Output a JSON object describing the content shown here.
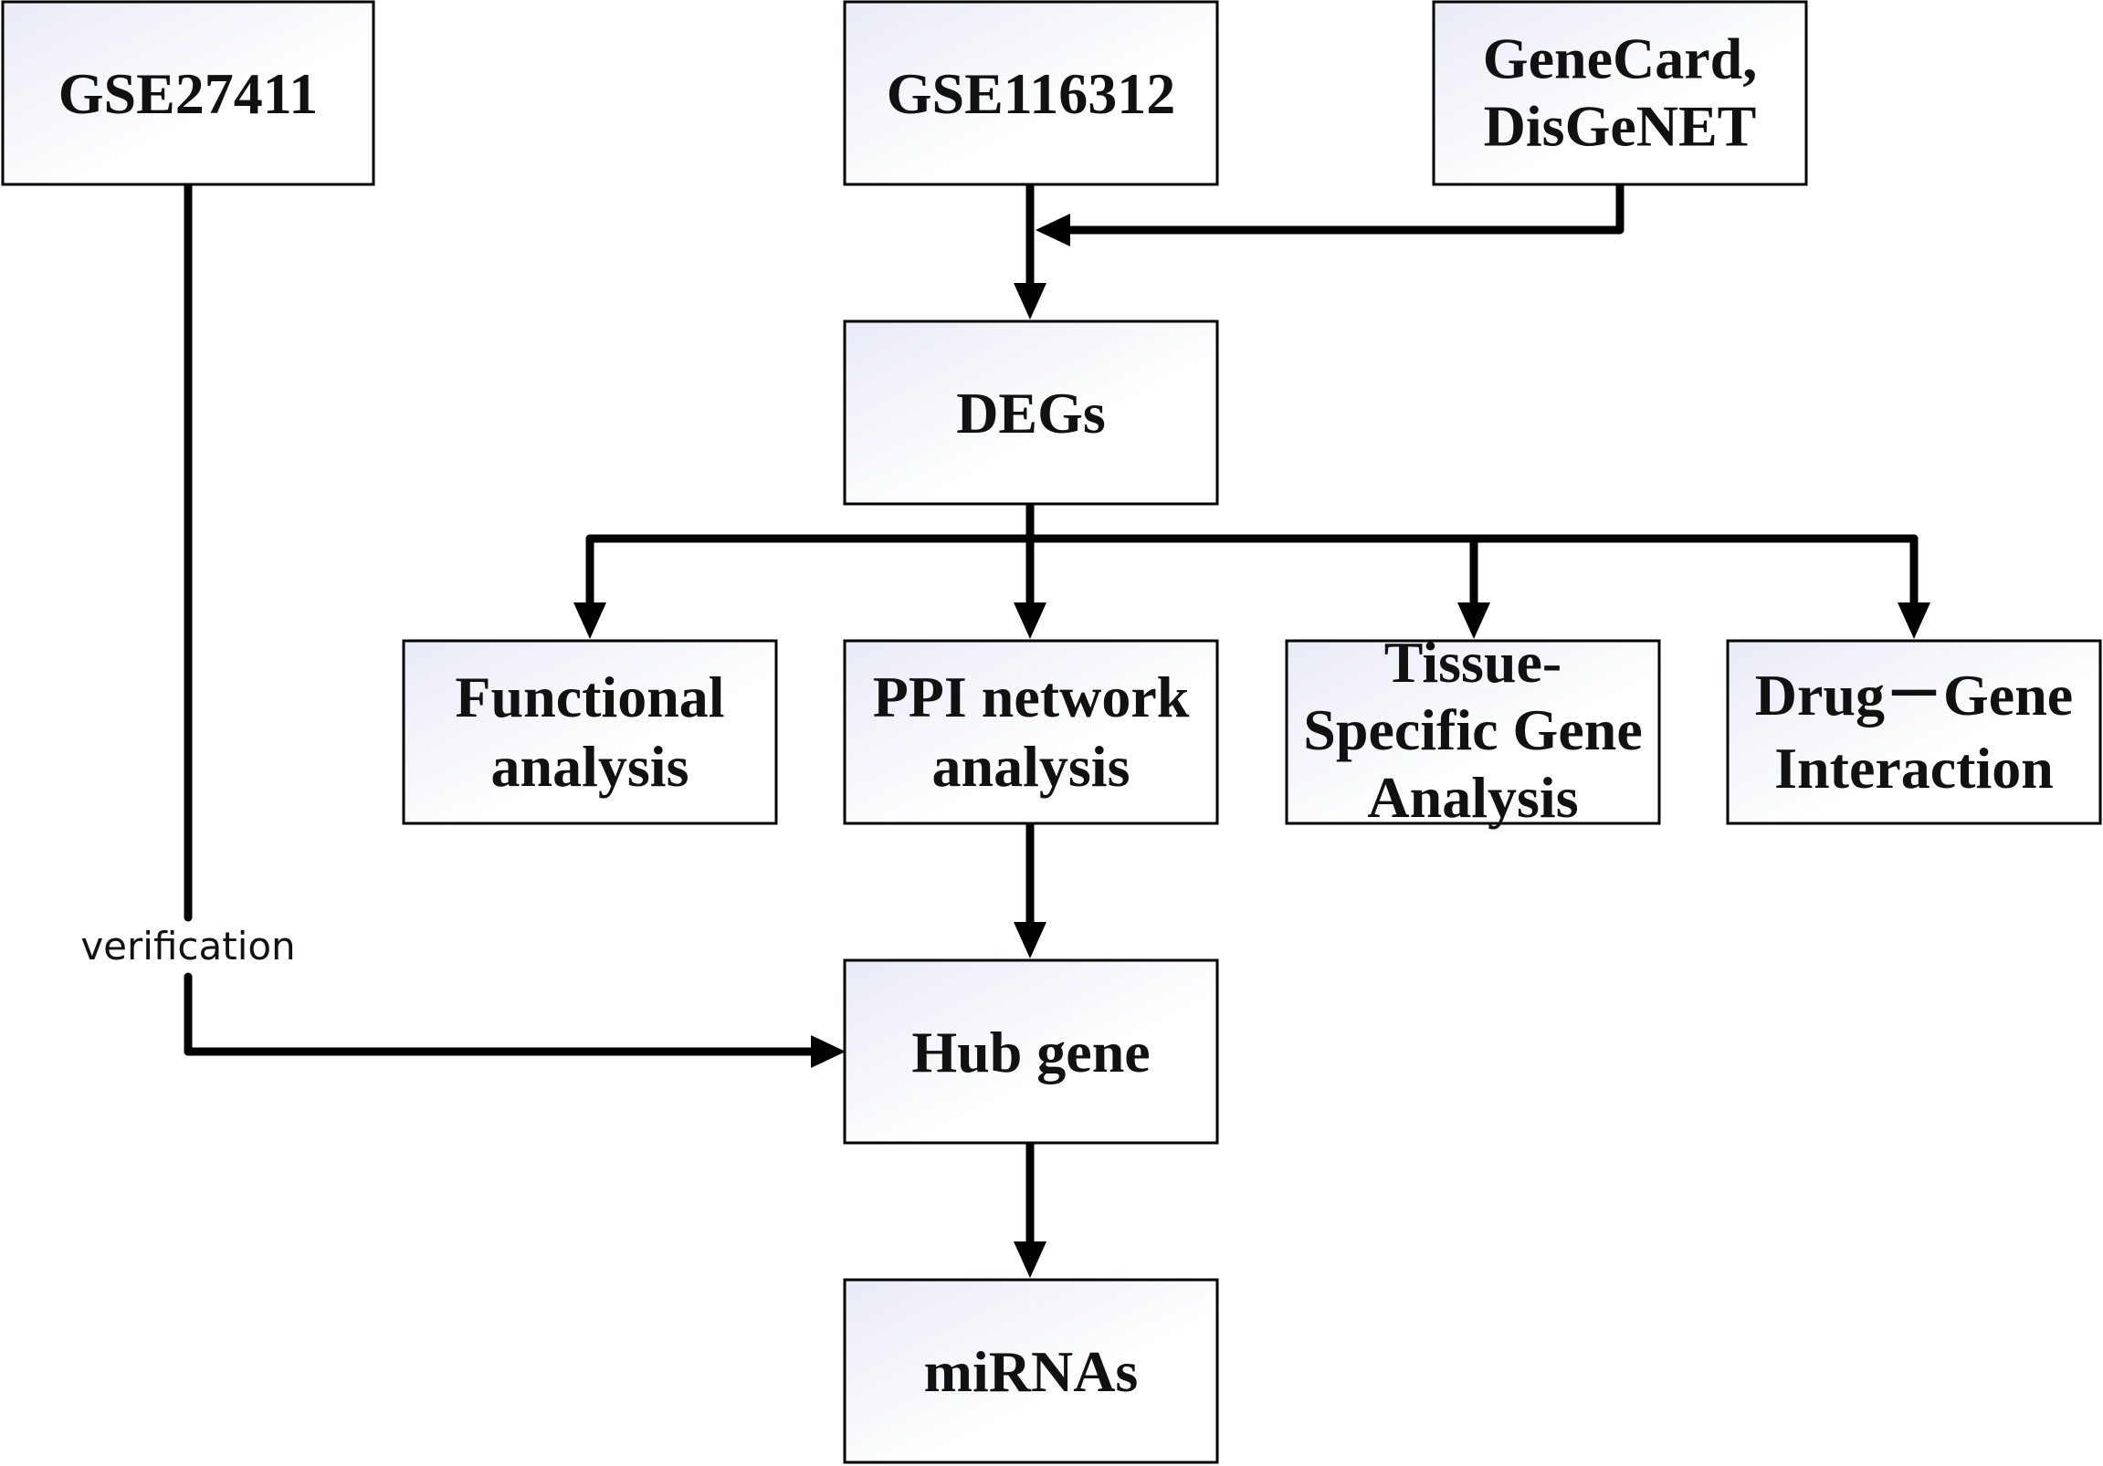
{
  "nodes": [
    {
      "id": "gse27411",
      "lines": [
        "GSE27411"
      ]
    },
    {
      "id": "gse116312",
      "lines": [
        "GSE116312"
      ]
    },
    {
      "id": "genecard",
      "lines": [
        "GeneCard,",
        "DisGeNET"
      ]
    },
    {
      "id": "degs",
      "lines": [
        "DEGs"
      ]
    },
    {
      "id": "functional",
      "lines": [
        "Functional",
        "analysis"
      ]
    },
    {
      "id": "ppi",
      "lines": [
        "PPI network",
        "analysis"
      ]
    },
    {
      "id": "tissue",
      "lines": [
        "Tissue-",
        "Specific Gene",
        "Analysis"
      ]
    },
    {
      "id": "drug",
      "lines": [
        "Drug－Gene",
        "Interaction"
      ]
    },
    {
      "id": "hub",
      "lines": [
        "Hub gene"
      ]
    },
    {
      "id": "mirnas",
      "lines": [
        "miRNAs"
      ]
    }
  ],
  "edges": [
    {
      "id": "gse116312-to-degs",
      "from": "gse116312",
      "to": "degs"
    },
    {
      "id": "genecard-to-main",
      "from": "genecard",
      "to": "gse116312-to-degs"
    },
    {
      "id": "degs-to-functional",
      "from": "degs",
      "to": "functional"
    },
    {
      "id": "degs-to-ppi",
      "from": "degs",
      "to": "ppi"
    },
    {
      "id": "degs-to-tissue",
      "from": "degs",
      "to": "tissue"
    },
    {
      "id": "degs-to-drug",
      "from": "degs",
      "to": "drug"
    },
    {
      "id": "ppi-to-hub",
      "from": "ppi",
      "to": "hub"
    },
    {
      "id": "gse27411-to-hub",
      "from": "gse27411",
      "to": "hub",
      "label": "verification"
    },
    {
      "id": "hub-to-mirnas",
      "from": "hub",
      "to": "mirnas"
    }
  ],
  "colors": {
    "box_gradient_start": "#e8eaf6",
    "box_gradient_end": "#ffffff",
    "stroke": "#000000",
    "text": "#111111"
  }
}
